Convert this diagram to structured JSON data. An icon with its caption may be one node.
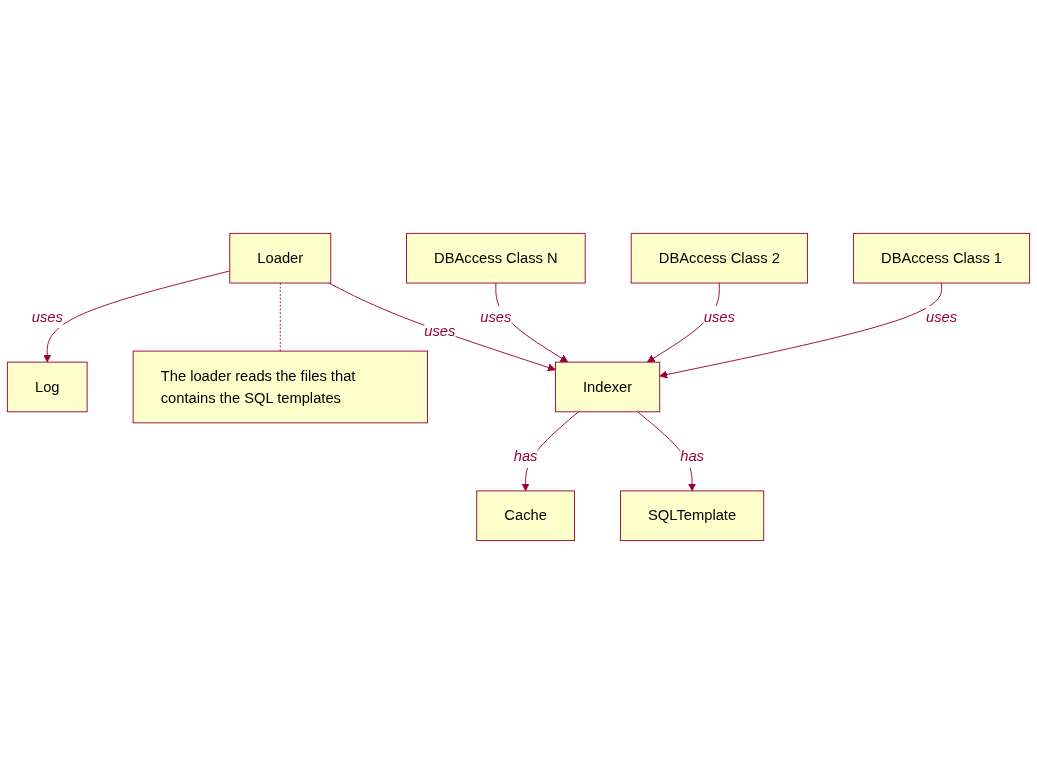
{
  "diagram": {
    "nodes": [
      {
        "text": [
          "Log"
        ]
      },
      {
        "text": [
          "DBAccess Class N"
        ]
      },
      {
        "text": [
          "Loader"
        ]
      },
      {
        "text": [
          "Cache"
        ]
      },
      {
        "text": [
          "DBAccess Class 2"
        ]
      },
      {
        "text": [
          "The loader reads the files that contains the SQL templates"
        ]
      },
      {
        "text": [
          "Indexer"
        ]
      },
      {
        "text": [
          "DBAccess Class 1"
        ]
      },
      {
        "text": [
          "SQLTemplate"
        ]
      }
    ],
    "edges": [
      {
        "from": 2,
        "to": 0,
        "arrow": "to",
        "label": "uses"
      },
      {
        "from": 2,
        "to": 6,
        "arrow": "to",
        "label": "uses"
      },
      {
        "from": 6,
        "to": 3,
        "arrow": "to",
        "label": "has"
      },
      {
        "from": 1,
        "to": 6,
        "arrow": "to",
        "label": "uses"
      },
      {
        "from": 4,
        "to": 6,
        "arrow": "to",
        "label": "uses"
      },
      {
        "from": 7,
        "to": 6,
        "arrow": "to",
        "label": "uses"
      },
      {
        "from": 6,
        "to": 8,
        "arrow": "to",
        "label": "has"
      },
      {
        "from": 2,
        "to": 5,
        "arrow": "none",
        "style": "dashed"
      }
    ]
  }
}
